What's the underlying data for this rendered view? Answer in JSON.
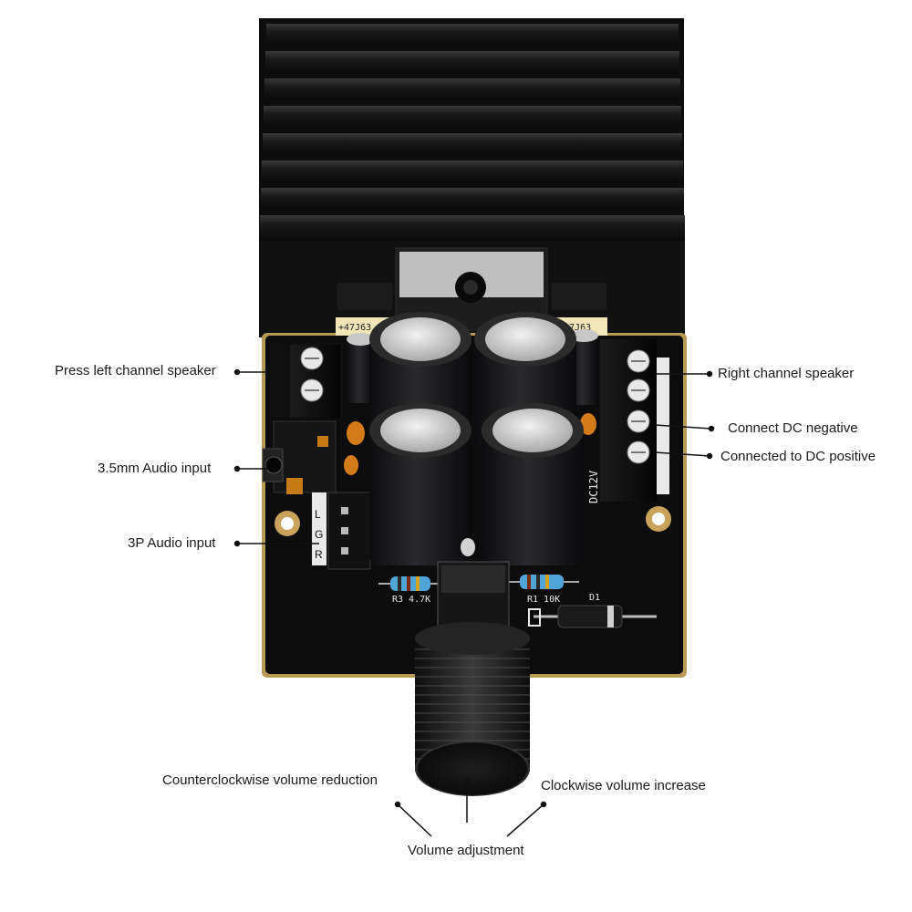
{
  "callouts": {
    "left_speaker": "Press left channel speaker",
    "audio_35mm": "3.5mm Audio input",
    "audio_3p": "3P Audio input",
    "right_speaker": "Right channel speaker",
    "dc_negative": "Connect DC negative",
    "dc_positive": "Connected to DC positive",
    "ccw": "Counterclockwise volume reduction",
    "cw": "Clockwise volume increase",
    "volume": "Volume adjustment"
  },
  "board_markings": {
    "dc12v": "DC12V",
    "r3": "R3 4.7K",
    "r1": "R1 10K",
    "cap_left": "+47J63",
    "cap_right": "+47J63",
    "pin_l": "L",
    "pin_g": "G",
    "pin_r": "R",
    "diode": "D1"
  },
  "colors": {
    "heatsink": "#141414",
    "pcb": "#0c0c0c",
    "pcb_edge": "#b89a55",
    "capacitor_body": "#1c1c1e",
    "capacitor_top": "#d9d9d9",
    "knob": "#1b1b1b",
    "label_text": "#1a1a1a"
  }
}
